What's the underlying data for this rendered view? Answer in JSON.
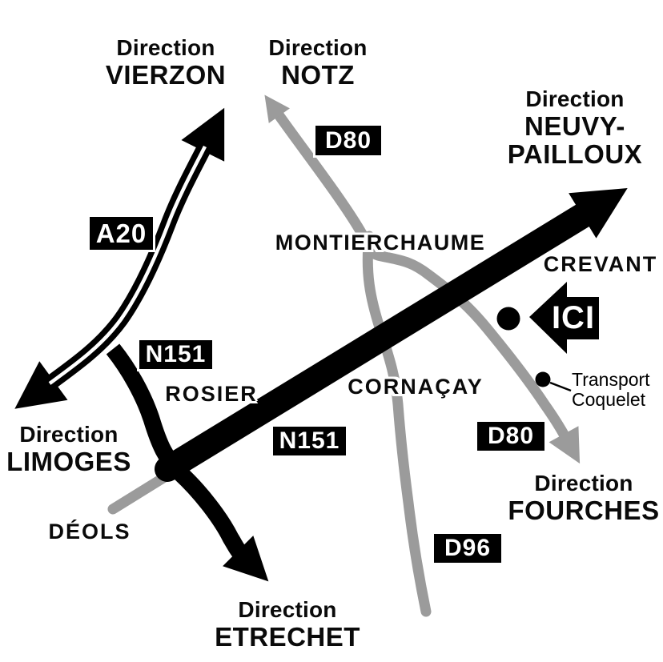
{
  "directions": {
    "vierzon": {
      "label": "Direction",
      "city": "VIERZON"
    },
    "notz": {
      "label": "Direction",
      "city": "NOTZ"
    },
    "neuvy_pailloux": {
      "label": "Direction",
      "city_line1": "NEUVY-",
      "city_line2": "PAILLOUX"
    },
    "limoges": {
      "label": "Direction",
      "city": "LIMOGES"
    },
    "fourches": {
      "label": "Direction",
      "city": "FOURCHES"
    },
    "etrechet": {
      "label": "Direction",
      "city": "ETRECHET"
    }
  },
  "road_badges": {
    "a20": "A20",
    "n151_west": "N151",
    "n151_center": "N151",
    "d80_north": "D80",
    "d80_south": "D80",
    "d96": "D96"
  },
  "places": {
    "montierchaume": "MONTIERCHAUME",
    "crevant": "CREVANT",
    "rosier": "ROSIER",
    "cornacay": "CORNAÇAY",
    "deols": "DÉOLS"
  },
  "location_marker": {
    "ici_label": "ICI",
    "company_line1": "Transport",
    "company_line2": "Coquelet"
  },
  "colors": {
    "road_primary": "#000000",
    "road_secondary": "#9b9b9b",
    "label_text": "#0a0a0a",
    "badge_background": "#000000",
    "badge_text": "#ffffff",
    "ici_arrow": "#000000",
    "ici_text": "#ffffff",
    "background": "#ffffff"
  }
}
